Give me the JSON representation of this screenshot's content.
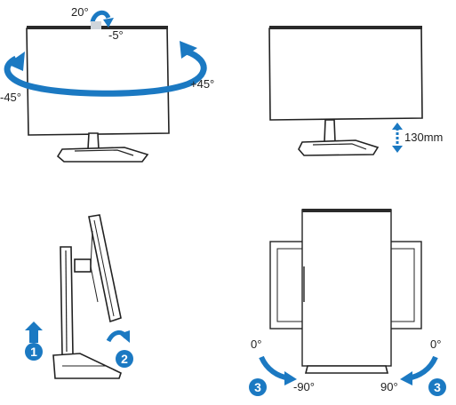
{
  "panels": {
    "tilt_swivel": {
      "tilt_back_label": "20°",
      "tilt_forward_label": "-5°",
      "swivel_left_label": "-45°",
      "swivel_right_label": "+45°"
    },
    "height": {
      "height_label": "130mm"
    },
    "pivot_steps": {
      "step1": "1",
      "step2": "2"
    },
    "rotation": {
      "left_start_label": "0°",
      "left_end_label": "-90°",
      "right_start_label": "0°",
      "right_end_label": "90°",
      "step3_left": "3",
      "step3_right": "3"
    }
  },
  "colors": {
    "arrow": "#1b79c2",
    "line": "#222222",
    "bezel": "#2a2a2a"
  }
}
